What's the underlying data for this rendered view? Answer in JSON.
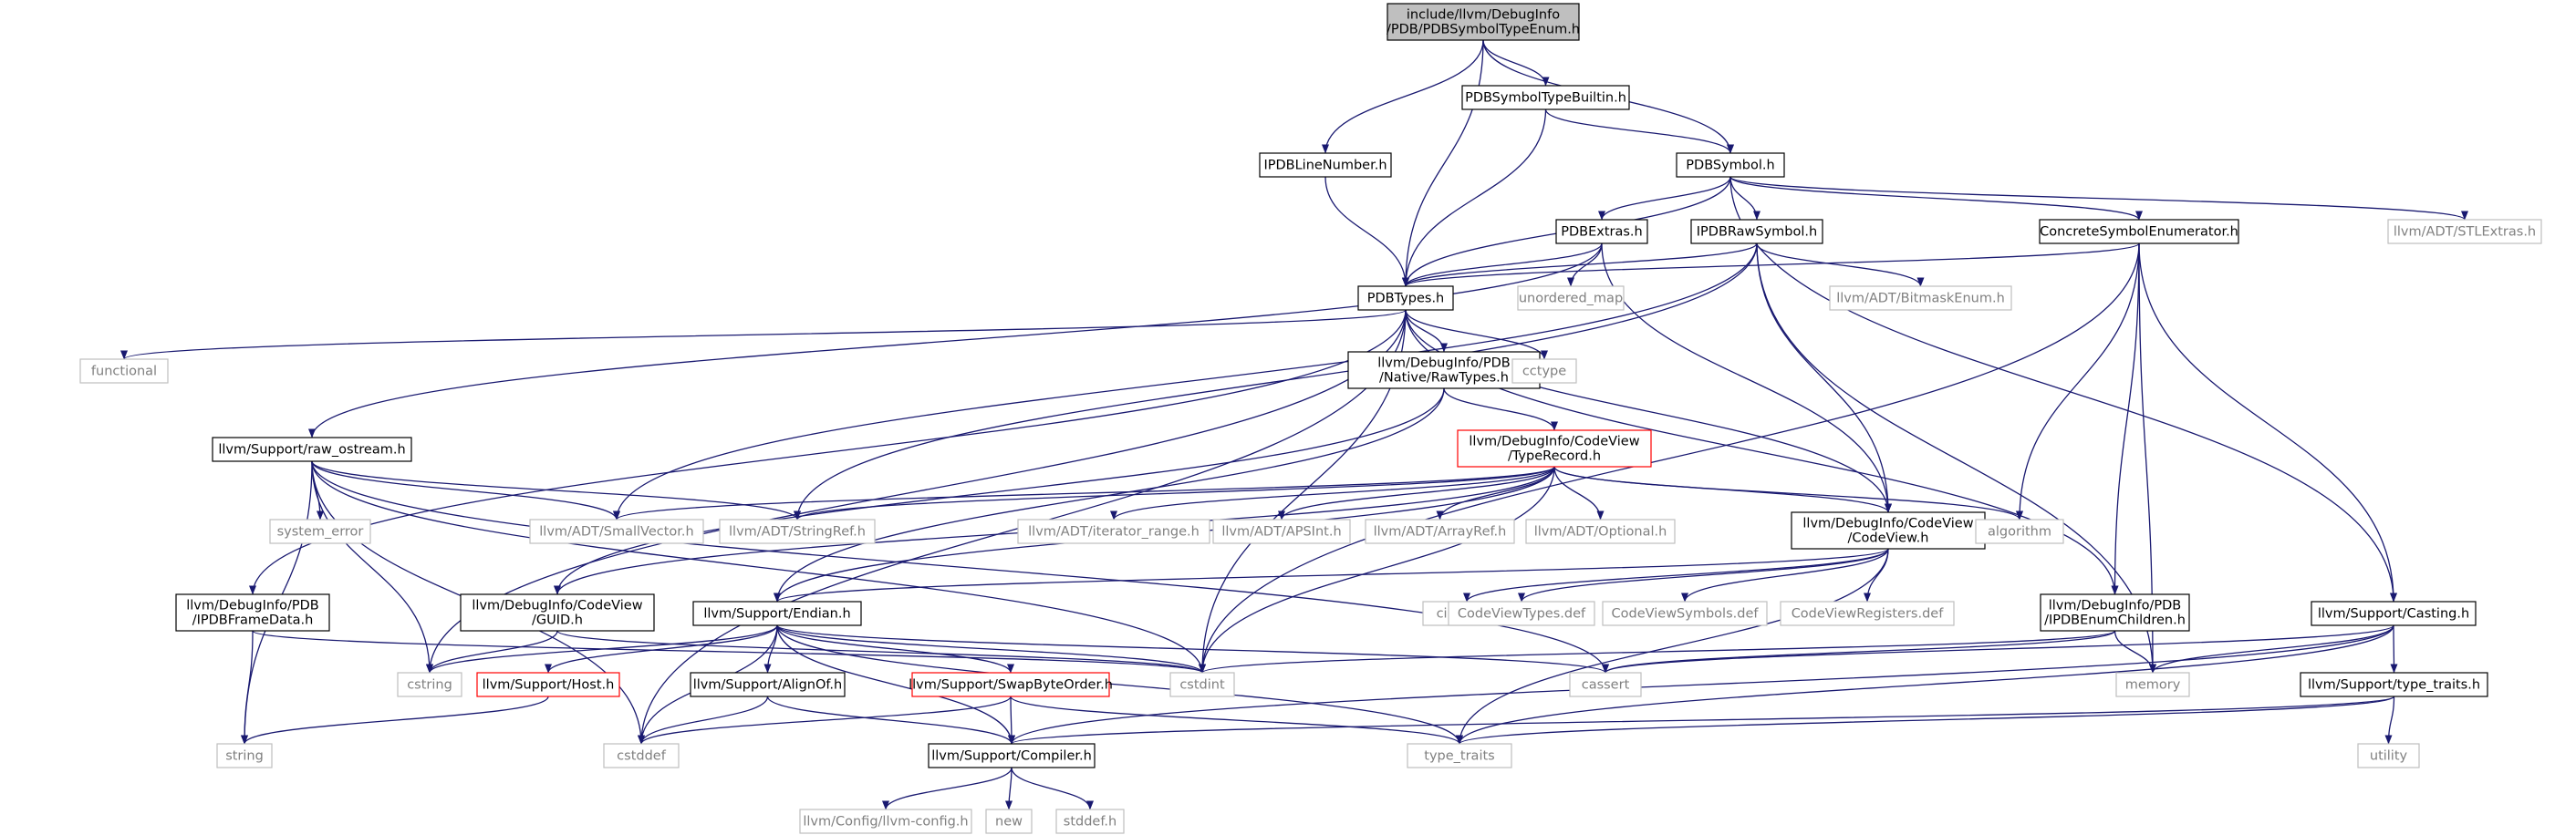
{
  "colors": {
    "edge": "#191970",
    "box_border": "#000000",
    "box_fill": "#ffffff",
    "root_fill": "#bfbfbf",
    "undocumented_border": "#ff0000",
    "external_border": "#bfbfbf",
    "external_text": "#808080",
    "text": "#000000"
  },
  "nodes": [
    {
      "id": "root",
      "kind": "root",
      "lines": [
        "include/llvm/DebugInfo",
        "/PDB/PDBSymbolTypeEnum.h"
      ]
    },
    {
      "id": "builtin",
      "kind": "normal",
      "lines": [
        "PDBSymbolTypeBuiltin.h"
      ]
    },
    {
      "id": "ipdbline",
      "kind": "normal",
      "lines": [
        "IPDBLineNumber.h"
      ]
    },
    {
      "id": "pdbsymbol",
      "kind": "normal",
      "lines": [
        "PDBSymbol.h"
      ]
    },
    {
      "id": "pdbextras",
      "kind": "normal",
      "lines": [
        "PDBExtras.h"
      ]
    },
    {
      "id": "ipdbraw",
      "kind": "normal",
      "lines": [
        "IPDBRawSymbol.h"
      ]
    },
    {
      "id": "concrete",
      "kind": "normal",
      "lines": [
        "ConcreteSymbolEnumerator.h"
      ]
    },
    {
      "id": "stlextras",
      "kind": "external",
      "lines": [
        "llvm/ADT/STLExtras.h"
      ]
    },
    {
      "id": "pdbtypes",
      "kind": "normal",
      "lines": [
        "PDBTypes.h"
      ]
    },
    {
      "id": "unordered_map",
      "kind": "external",
      "lines": [
        "unordered_map"
      ]
    },
    {
      "id": "bitmask",
      "kind": "external",
      "lines": [
        "llvm/ADT/BitmaskEnum.h"
      ]
    },
    {
      "id": "functional",
      "kind": "external",
      "lines": [
        "functional"
      ]
    },
    {
      "id": "rawtypes",
      "kind": "normal",
      "lines": [
        "llvm/DebugInfo/PDB",
        "/Native/RawTypes.h"
      ]
    },
    {
      "id": "cctype",
      "kind": "external",
      "lines": [
        "cctype"
      ]
    },
    {
      "id": "raw_ostream",
      "kind": "normal",
      "lines": [
        "llvm/Support/raw_ostream.h"
      ]
    },
    {
      "id": "typerecord",
      "kind": "undoc",
      "lines": [
        "llvm/DebugInfo/CodeView",
        "/TypeRecord.h"
      ]
    },
    {
      "id": "system_error",
      "kind": "external",
      "lines": [
        "system_error"
      ]
    },
    {
      "id": "smallvector",
      "kind": "external",
      "lines": [
        "llvm/ADT/SmallVector.h"
      ]
    },
    {
      "id": "stringref",
      "kind": "external",
      "lines": [
        "llvm/ADT/StringRef.h"
      ]
    },
    {
      "id": "iterator_range",
      "kind": "external",
      "lines": [
        "llvm/ADT/iterator_range.h"
      ]
    },
    {
      "id": "apsint",
      "kind": "external",
      "lines": [
        "llvm/ADT/APSInt.h"
      ]
    },
    {
      "id": "arrayref",
      "kind": "external",
      "lines": [
        "llvm/ADT/ArrayRef.h"
      ]
    },
    {
      "id": "optional",
      "kind": "external",
      "lines": [
        "llvm/ADT/Optional.h"
      ]
    },
    {
      "id": "codeview",
      "kind": "normal",
      "lines": [
        "llvm/DebugInfo/CodeView",
        "/CodeView.h"
      ]
    },
    {
      "id": "algorithm",
      "kind": "external",
      "lines": [
        "algorithm"
      ]
    },
    {
      "id": "framedata",
      "kind": "normal",
      "lines": [
        "llvm/DebugInfo/PDB",
        "/IPDBFrameData.h"
      ]
    },
    {
      "id": "guid",
      "kind": "normal",
      "lines": [
        "llvm/DebugInfo/CodeView",
        "/GUID.h"
      ]
    },
    {
      "id": "endian",
      "kind": "normal",
      "lines": [
        "llvm/Support/Endian.h"
      ]
    },
    {
      "id": "cinttypes",
      "kind": "external",
      "lines": [
        "cinttypes"
      ]
    },
    {
      "id": "cvtypes",
      "kind": "external",
      "lines": [
        "CodeViewTypes.def"
      ]
    },
    {
      "id": "cvsymbols",
      "kind": "external",
      "lines": [
        "CodeViewSymbols.def"
      ]
    },
    {
      "id": "cvregisters",
      "kind": "external",
      "lines": [
        "CodeViewRegisters.def"
      ]
    },
    {
      "id": "enumchildren",
      "kind": "normal",
      "lines": [
        "llvm/DebugInfo/PDB",
        "/IPDBEnumChildren.h"
      ]
    },
    {
      "id": "casting",
      "kind": "normal",
      "lines": [
        "llvm/Support/Casting.h"
      ]
    },
    {
      "id": "cstring",
      "kind": "external",
      "lines": [
        "cstring"
      ]
    },
    {
      "id": "host",
      "kind": "undoc",
      "lines": [
        "llvm/Support/Host.h"
      ]
    },
    {
      "id": "alignof",
      "kind": "normal",
      "lines": [
        "llvm/Support/AlignOf.h"
      ]
    },
    {
      "id": "swapbyteorder",
      "kind": "undoc",
      "lines": [
        "llvm/Support/SwapByteOrder.h"
      ]
    },
    {
      "id": "cstdint",
      "kind": "external",
      "lines": [
        "cstdint"
      ]
    },
    {
      "id": "cassert",
      "kind": "external",
      "lines": [
        "cassert"
      ]
    },
    {
      "id": "memory",
      "kind": "external",
      "lines": [
        "memory"
      ]
    },
    {
      "id": "type_traits_h",
      "kind": "normal",
      "lines": [
        "llvm/Support/type_traits.h"
      ]
    },
    {
      "id": "string",
      "kind": "external",
      "lines": [
        "string"
      ]
    },
    {
      "id": "cstddef",
      "kind": "external",
      "lines": [
        "cstddef"
      ]
    },
    {
      "id": "compiler",
      "kind": "normal",
      "lines": [
        "llvm/Support/Compiler.h"
      ]
    },
    {
      "id": "type_traits",
      "kind": "external",
      "lines": [
        "type_traits"
      ]
    },
    {
      "id": "utility",
      "kind": "external",
      "lines": [
        "utility"
      ]
    },
    {
      "id": "llvmconfig",
      "kind": "external",
      "lines": [
        "llvm/Config/llvm-config.h"
      ]
    },
    {
      "id": "new",
      "kind": "external",
      "lines": [
        "new"
      ]
    },
    {
      "id": "stddef",
      "kind": "external",
      "lines": [
        "stddef.h"
      ]
    }
  ],
  "edges": [
    [
      "root",
      "builtin"
    ],
    [
      "root",
      "ipdbline"
    ],
    [
      "root",
      "pdbsymbol"
    ],
    [
      "root",
      "pdbtypes"
    ],
    [
      "builtin",
      "pdbsymbol"
    ],
    [
      "builtin",
      "pdbtypes"
    ],
    [
      "ipdbline",
      "pdbtypes"
    ],
    [
      "pdbsymbol",
      "pdbextras"
    ],
    [
      "pdbsymbol",
      "ipdbraw"
    ],
    [
      "pdbsymbol",
      "concrete"
    ],
    [
      "pdbsymbol",
      "stlextras"
    ],
    [
      "pdbsymbol",
      "pdbtypes"
    ],
    [
      "pdbsymbol",
      "casting"
    ],
    [
      "pdbextras",
      "pdbtypes"
    ],
    [
      "pdbextras",
      "unordered_map"
    ],
    [
      "pdbextras",
      "codeview"
    ],
    [
      "pdbextras",
      "raw_ostream"
    ],
    [
      "ipdbraw",
      "pdbtypes"
    ],
    [
      "ipdbraw",
      "bitmask"
    ],
    [
      "ipdbraw",
      "codeview"
    ],
    [
      "ipdbraw",
      "smallvector"
    ],
    [
      "ipdbraw",
      "stringref"
    ],
    [
      "ipdbraw",
      "memory"
    ],
    [
      "concrete",
      "pdbtypes"
    ],
    [
      "concrete",
      "enumchildren"
    ],
    [
      "concrete",
      "casting"
    ],
    [
      "concrete",
      "algorithm"
    ],
    [
      "concrete",
      "cstdint"
    ],
    [
      "concrete",
      "memory"
    ],
    [
      "pdbtypes",
      "functional"
    ],
    [
      "pdbtypes",
      "rawtypes"
    ],
    [
      "pdbtypes",
      "cctype"
    ],
    [
      "pdbtypes",
      "codeview"
    ],
    [
      "pdbtypes",
      "framedata"
    ],
    [
      "pdbtypes",
      "enumchildren"
    ],
    [
      "pdbtypes",
      "cstddef"
    ],
    [
      "pdbtypes",
      "cstdint"
    ],
    [
      "pdbtypes",
      "cstring"
    ],
    [
      "rawtypes",
      "typerecord"
    ],
    [
      "rawtypes",
      "guid"
    ],
    [
      "rawtypes",
      "endian"
    ],
    [
      "raw_ostream",
      "smallvector"
    ],
    [
      "raw_ostream",
      "stringref"
    ],
    [
      "raw_ostream",
      "system_error"
    ],
    [
      "raw_ostream",
      "cassert"
    ],
    [
      "raw_ostream",
      "cstddef"
    ],
    [
      "raw_ostream",
      "cstdint"
    ],
    [
      "raw_ostream",
      "string"
    ],
    [
      "raw_ostream",
      "cstring"
    ],
    [
      "typerecord",
      "smallvector"
    ],
    [
      "typerecord",
      "stringref"
    ],
    [
      "typerecord",
      "iterator_range"
    ],
    [
      "typerecord",
      "apsint"
    ],
    [
      "typerecord",
      "arrayref"
    ],
    [
      "typerecord",
      "optional"
    ],
    [
      "typerecord",
      "codeview"
    ],
    [
      "typerecord",
      "algorithm"
    ],
    [
      "typerecord",
      "guid"
    ],
    [
      "typerecord",
      "endian"
    ],
    [
      "typerecord",
      "cstdint"
    ],
    [
      "codeview",
      "cinttypes"
    ],
    [
      "codeview",
      "cvtypes"
    ],
    [
      "codeview",
      "cvsymbols"
    ],
    [
      "codeview",
      "cvregisters"
    ],
    [
      "codeview",
      "endian"
    ],
    [
      "codeview",
      "type_traits"
    ],
    [
      "framedata",
      "string"
    ],
    [
      "framedata",
      "cstdint"
    ],
    [
      "guid",
      "cstring"
    ],
    [
      "guid",
      "cstdint"
    ],
    [
      "endian",
      "host"
    ],
    [
      "endian",
      "alignof"
    ],
    [
      "endian",
      "swapbyteorder"
    ],
    [
      "endian",
      "compiler"
    ],
    [
      "endian",
      "cassert"
    ],
    [
      "endian",
      "cstddef"
    ],
    [
      "endian",
      "cstdint"
    ],
    [
      "endian",
      "cstring"
    ],
    [
      "endian",
      "type_traits"
    ],
    [
      "enumchildren",
      "cassert"
    ],
    [
      "enumchildren",
      "cstdint"
    ],
    [
      "enumchildren",
      "memory"
    ],
    [
      "casting",
      "type_traits_h"
    ],
    [
      "casting",
      "compiler"
    ],
    [
      "casting",
      "cassert"
    ],
    [
      "casting",
      "memory"
    ],
    [
      "casting",
      "type_traits"
    ],
    [
      "host",
      "string"
    ],
    [
      "alignof",
      "compiler"
    ],
    [
      "alignof",
      "cstddef"
    ],
    [
      "swapbyteorder",
      "compiler"
    ],
    [
      "swapbyteorder",
      "type_traits"
    ],
    [
      "swapbyteorder",
      "cstddef"
    ],
    [
      "type_traits_h",
      "compiler"
    ],
    [
      "type_traits_h",
      "type_traits"
    ],
    [
      "type_traits_h",
      "utility"
    ],
    [
      "compiler",
      "llvmconfig"
    ],
    [
      "compiler",
      "new"
    ],
    [
      "compiler",
      "stddef"
    ]
  ]
}
